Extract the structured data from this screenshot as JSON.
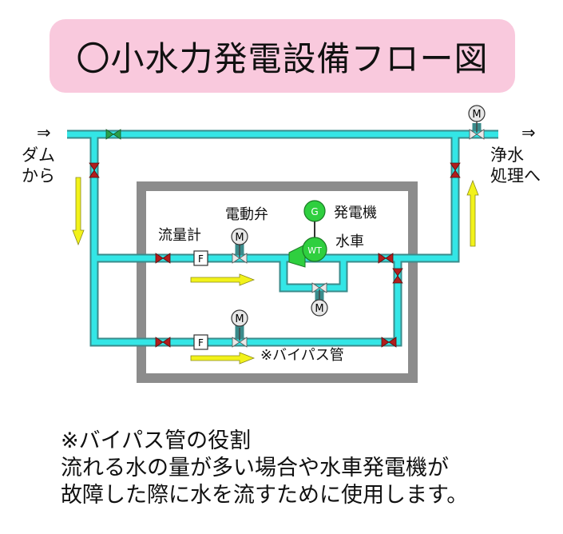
{
  "title": "〇小水力発電設備フロー図",
  "labels": {
    "inlet_arrow": "⇒",
    "inlet_line1": "ダム",
    "inlet_line2": "から",
    "outlet_arrow": "⇒",
    "outlet_line1": "浄水",
    "outlet_line2": "処理へ",
    "motor_valve": "電動弁",
    "flow_meter": "流量計",
    "generator": "発電機",
    "turbine": "水車",
    "bypass": "※バイパス管"
  },
  "symbols": {
    "motor": "M",
    "flow_meter": "F",
    "generator": "G",
    "turbine": "WT"
  },
  "note": {
    "heading": "※バイパス管の役割",
    "line1": "流れる水の量が多い場合や水車発電機が",
    "line2": "故障した際に水を流すために使用します。"
  },
  "colors": {
    "banner": "#f9c9dd",
    "pipe": "#33e6e6",
    "pipe_outline": "#3a8b8b",
    "flow_arrow": "#f2f21a",
    "generator": "#2fcf3f",
    "enclosure_fill": "#ffffff",
    "enclosure_border": "#8c8c8c",
    "valve_red": "#b21d1d",
    "valve_green": "#2aa04a"
  }
}
